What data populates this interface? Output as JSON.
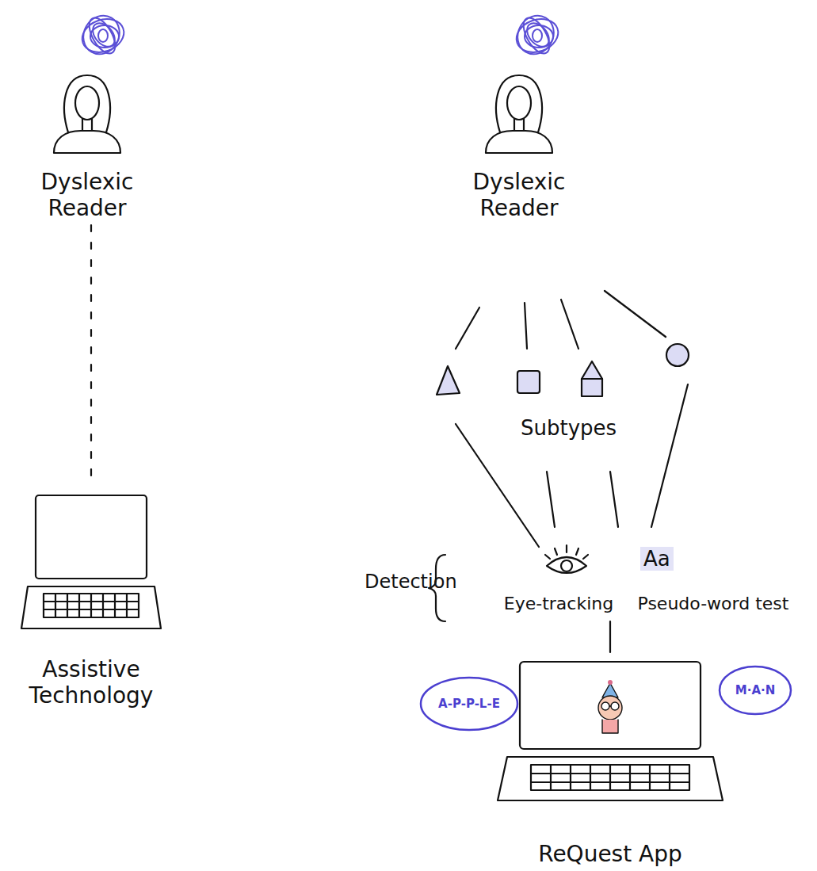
{
  "diagram": {
    "nodes": [
      {
        "text": [
          "Dyslexic Reader"
        ]
      },
      {
        "text": [
          "Assistive Technology"
        ]
      },
      {
        "text": [
          "Dyslexic Reader"
        ]
      },
      {
        "text": [
          "Detection"
        ]
      },
      {
        "text": [
          "Eye-tracking"
        ],
        "in": 3
      },
      {
        "text": [
          "Pseudo-word test"
        ],
        "in": 3
      },
      {
        "text": [
          "ReQuest App"
        ]
      },
      {
        "text": [
          "A-P-P-L-E"
        ]
      },
      {
        "text": [
          "M·A·N"
        ]
      }
    ],
    "edges": [
      {
        "from": 0,
        "to": 1,
        "arrow": "none"
      },
      {
        "from": 3,
        "to": 6,
        "arrow": "none"
      }
    ],
    "labels": [
      "Subtypes",
      "Aa"
    ]
  }
}
